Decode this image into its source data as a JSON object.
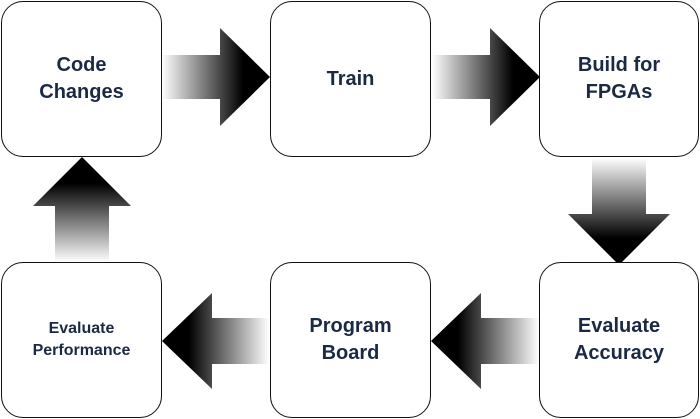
{
  "steps": {
    "code_changes": [
      "Code",
      "Changes"
    ],
    "train": [
      "Train"
    ],
    "build_for_fpgas": [
      "Build for",
      "FPGAs"
    ],
    "evaluate_accuracy": [
      "Evaluate",
      "Accuracy"
    ],
    "program_board": [
      "Program",
      "Board"
    ],
    "evaluate_performance": [
      "Evaluate",
      "Performance"
    ]
  },
  "colors": {
    "text": "#1b2a44",
    "arrow": "#000000",
    "border": "#111111"
  }
}
